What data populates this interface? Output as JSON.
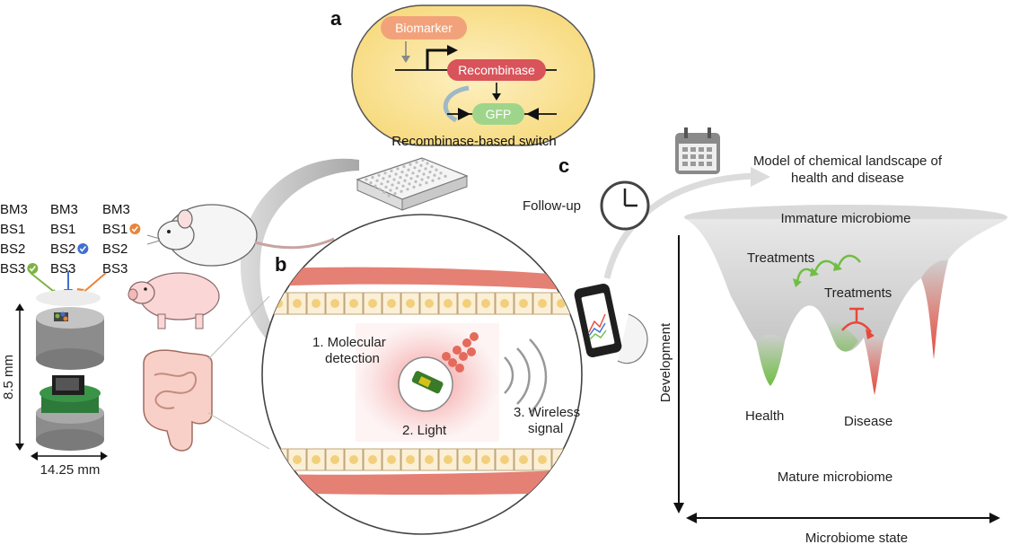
{
  "panel_labels": {
    "a": "a",
    "b": "b",
    "c": "c"
  },
  "switch": {
    "biomarker": "Biomarker",
    "recombinase": "Recombinase",
    "gfp": "GFP",
    "caption": "Recombinase-based switch"
  },
  "device": {
    "columns": [
      {
        "lines": [
          "BM3",
          "BS1",
          "BS2",
          "BS3"
        ],
        "mark_line": 3,
        "mark_color": "#7cb342"
      },
      {
        "lines": [
          "BM3",
          "BS1",
          "BS2",
          "BS3"
        ],
        "mark_line": 2,
        "mark_color": "#3f6fd1"
      },
      {
        "lines": [
          "BM3",
          "BS1",
          "BS2",
          "BS3"
        ],
        "mark_line": 1,
        "mark_color": "#e8843a"
      }
    ],
    "height_label": "8.5 mm",
    "width_label": "14.25 mm"
  },
  "gut_steps": {
    "step1_line1": "1. Molecular",
    "step1_line2": "detection",
    "step2": "2. Light",
    "step3_line1": "3. Wireless",
    "step3_line2": "signal"
  },
  "landscape": {
    "follow_up": "Follow-up",
    "model_line1": "Model of chemical landscape of",
    "model_line2": "health and disease",
    "immature": "Immature microbiome",
    "treatments_1": "Treatments",
    "treatments_2": "Treatments",
    "health": "Health",
    "disease": "Disease",
    "mature": "Mature microbiome",
    "y_axis": "Development",
    "x_axis": "Microbiome state"
  },
  "colors": {
    "health_green": "#6fbe44",
    "disease_red": "#e8483a",
    "switch_bg": "#fbe6a6",
    "recombinase": "#d9535a",
    "gfp": "#9fd58a",
    "biomarker": "#f2a27a"
  }
}
